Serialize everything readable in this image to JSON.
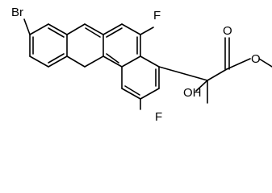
{
  "labels": {
    "bromine": "Br",
    "fluorine_top": "F",
    "fluorine_bottom": "F",
    "hydroxyl": "OH",
    "carbonyl_oxygen": "O",
    "ester_oxygen": "O"
  },
  "colors": {
    "ink": "#000000",
    "background": "#ffffff"
  }
}
